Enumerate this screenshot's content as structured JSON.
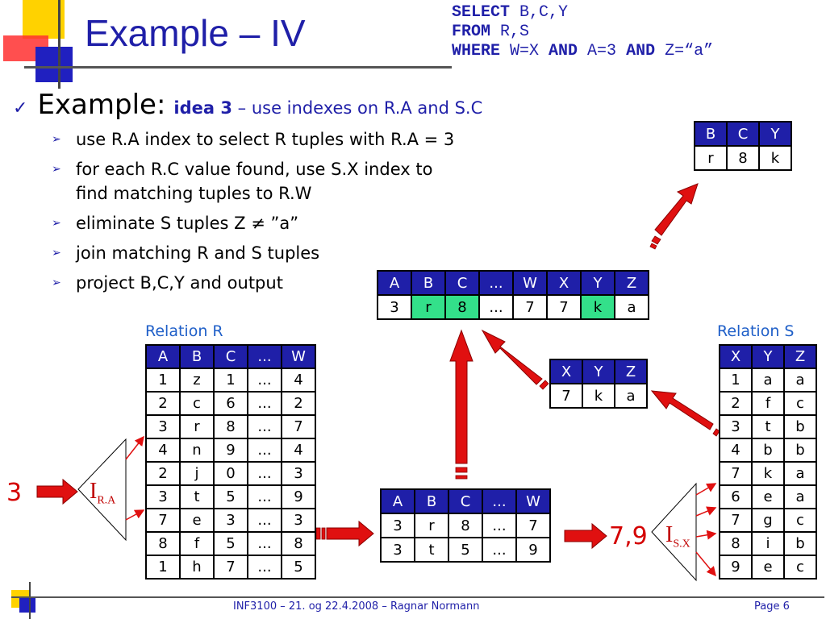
{
  "title": "Example – IV",
  "sql": {
    "kw_select": "SELECT",
    "select_cols": " B,C,Y",
    "kw_from": "FROM",
    "from_tables": " R,S",
    "kw_where": "WHERE",
    "cond1": " W=X ",
    "kw_and1": "AND",
    "cond2": " A=3 ",
    "kw_and2": "AND",
    "cond3": " Z=“a”"
  },
  "main_bullet": {
    "check_icon": "✓",
    "label": "Example:",
    "idea_bold": "idea 3",
    "idea_rest": " – use indexes on R.A and S.C"
  },
  "steps": [
    "use R.A index to select R tuples with R.A = 3",
    "for each R.C value found, use S.X  index to find matching tuples to R.W",
    "eliminate S tuples Z ≠ ”a”",
    "join matching R and S tuples",
    "project B,C,Y and output"
  ],
  "arrow_glyph": "➢",
  "result_table": {
    "headers": [
      "B",
      "C",
      "Y"
    ],
    "rows": [
      [
        "r",
        "8",
        "k"
      ]
    ]
  },
  "joined_table": {
    "headers": [
      "A",
      "B",
      "C",
      "...",
      "W",
      "X",
      "Y",
      "Z"
    ],
    "rows": [
      [
        "3",
        "r",
        "8",
        "...",
        "7",
        "7",
        "k",
        "a"
      ]
    ]
  },
  "relation_r": {
    "label": "Relation R",
    "headers": [
      "A",
      "B",
      "C",
      "...",
      "W"
    ],
    "rows": [
      [
        "1",
        "z",
        "1",
        "...",
        "4"
      ],
      [
        "2",
        "c",
        "6",
        "...",
        "2"
      ],
      [
        "3",
        "r",
        "8",
        "...",
        "7"
      ],
      [
        "4",
        "n",
        "9",
        "...",
        "4"
      ],
      [
        "2",
        "j",
        "0",
        "...",
        "3"
      ],
      [
        "3",
        "t",
        "5",
        "...",
        "9"
      ],
      [
        "7",
        "e",
        "3",
        "...",
        "3"
      ],
      [
        "8",
        "f",
        "5",
        "...",
        "8"
      ],
      [
        "1",
        "h",
        "7",
        "...",
        "5"
      ]
    ]
  },
  "relation_s": {
    "label": "Relation S",
    "headers": [
      "X",
      "Y",
      "Z"
    ],
    "rows": [
      [
        "1",
        "a",
        "a"
      ],
      [
        "2",
        "f",
        "c"
      ],
      [
        "3",
        "t",
        "b"
      ],
      [
        "4",
        "b",
        "b"
      ],
      [
        "7",
        "k",
        "a"
      ],
      [
        "6",
        "e",
        "a"
      ],
      [
        "7",
        "g",
        "c"
      ],
      [
        "8",
        "i",
        "b"
      ],
      [
        "9",
        "e",
        "c"
      ]
    ]
  },
  "s_match_table": {
    "headers": [
      "X",
      "Y",
      "Z"
    ],
    "rows": [
      [
        "7",
        "k",
        "a"
      ]
    ]
  },
  "r_selected_table": {
    "headers": [
      "A",
      "B",
      "C",
      "...",
      "W"
    ],
    "rows": [
      [
        "3",
        "r",
        "8",
        "...",
        "7"
      ],
      [
        "3",
        "t",
        "5",
        "...",
        "9"
      ]
    ]
  },
  "input_value": "3",
  "index_r": {
    "main": "I",
    "sub": "R.A"
  },
  "lookup_values": "7,9",
  "index_s": {
    "main": "I",
    "sub": "S.X"
  },
  "footer": {
    "text": "INF3100 – 21. og 22.4.2008 – Ragnar Normann",
    "page": "Page 6"
  },
  "colors": {
    "title_blue": "#1f1fa8",
    "header_blue": "#1f1fa8",
    "highlight_green": "#33e08a",
    "arrow_red": "#e01010",
    "label_blue": "#1f5fc8"
  }
}
